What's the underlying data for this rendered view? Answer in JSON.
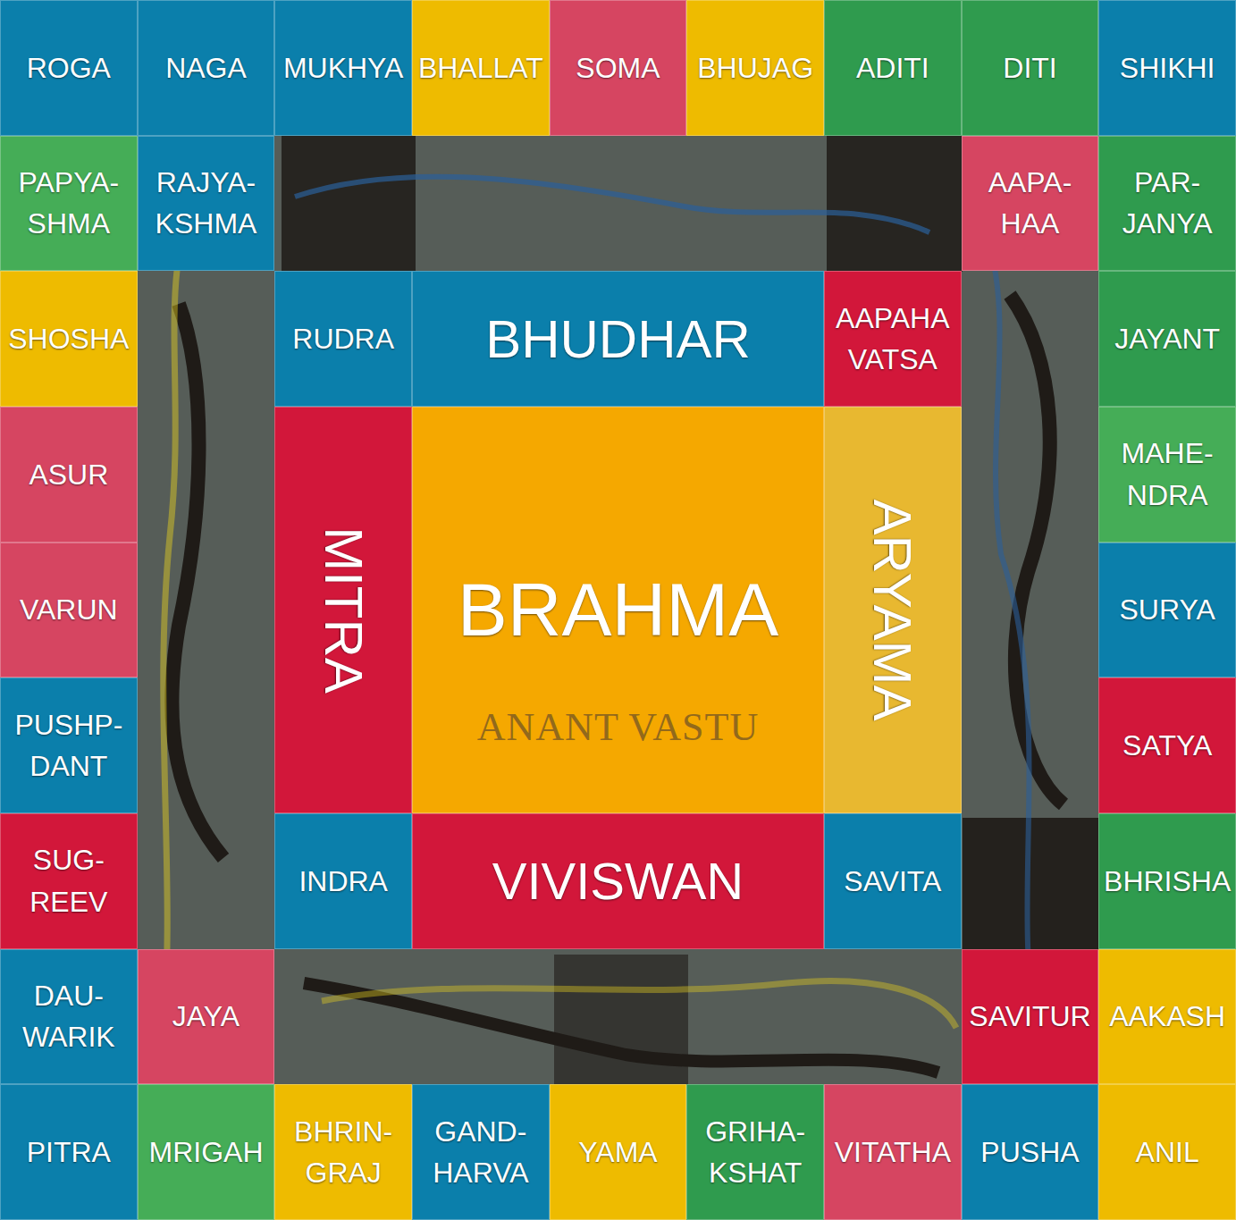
{
  "diagram": {
    "nodes": [
      {
        "text": [
          "ROGA"
        ]
      },
      {
        "text": [
          "NAGA"
        ]
      },
      {
        "text": [
          "MUKHYA"
        ]
      },
      {
        "text": [
          "BHALLAT"
        ]
      },
      {
        "text": [
          "SOMA"
        ]
      },
      {
        "text": [
          "BHUJAG"
        ]
      },
      {
        "text": [
          "ADITI"
        ]
      },
      {
        "text": [
          "DITI"
        ]
      },
      {
        "text": [
          "SHIKHI"
        ]
      },
      {
        "text": [
          "PAPYA- SHMA"
        ]
      },
      {
        "text": [
          "RAJYA- KSHMA"
        ]
      },
      {
        "text": [
          "AAPA- HAA"
        ]
      },
      {
        "text": [
          "PAR- JANYA"
        ]
      },
      {
        "text": [
          "SHOSHA"
        ]
      },
      {
        "text": [
          "RUDRA"
        ]
      },
      {
        "text": [
          "BHUDHAR"
        ]
      },
      {
        "text": [
          "AAPAHA VATSA"
        ]
      },
      {
        "text": [
          "JAYANT"
        ]
      },
      {
        "text": [
          "ASUR"
        ]
      },
      {
        "text": [
          "MITRA"
        ]
      },
      {
        "text": [
          "BRAHMA"
        ]
      },
      {
        "text": [
          "ARYAMA"
        ]
      },
      {
        "text": [
          "MAHE- NDRA"
        ]
      },
      {
        "text": [
          "VARUN"
        ]
      },
      {
        "text": [
          "SURYA"
        ]
      },
      {
        "text": [
          "PUSHP- DANT"
        ]
      },
      {
        "text": [
          "SATYA"
        ]
      },
      {
        "text": [
          "SUG- REEV"
        ]
      },
      {
        "text": [
          "INDRA"
        ]
      },
      {
        "text": [
          "VIVISWAN"
        ]
      },
      {
        "text": [
          "SAVITA"
        ]
      },
      {
        "text": [
          "BHRISHA"
        ]
      },
      {
        "text": [
          "DAU- WARIK"
        ]
      },
      {
        "text": [
          "JAYA"
        ]
      },
      {
        "text": [
          "SAVITUR"
        ]
      },
      {
        "text": [
          "AAKASH"
        ]
      },
      {
        "text": [
          "PITRA"
        ]
      },
      {
        "text": [
          "MRIGAH"
        ]
      },
      {
        "text": [
          "BHRIN- GRAJ"
        ]
      },
      {
        "text": [
          "GAND- HARVA"
        ]
      },
      {
        "text": [
          "YAMA"
        ]
      },
      {
        "text": [
          "GRIHA- KSHAT"
        ]
      },
      {
        "text": [
          "VITATHA"
        ]
      },
      {
        "text": [
          "PUSHA"
        ]
      },
      {
        "text": [
          "ANIL"
        ]
      }
    ],
    "labels": [
      "ANANT VASTU"
    ]
  }
}
